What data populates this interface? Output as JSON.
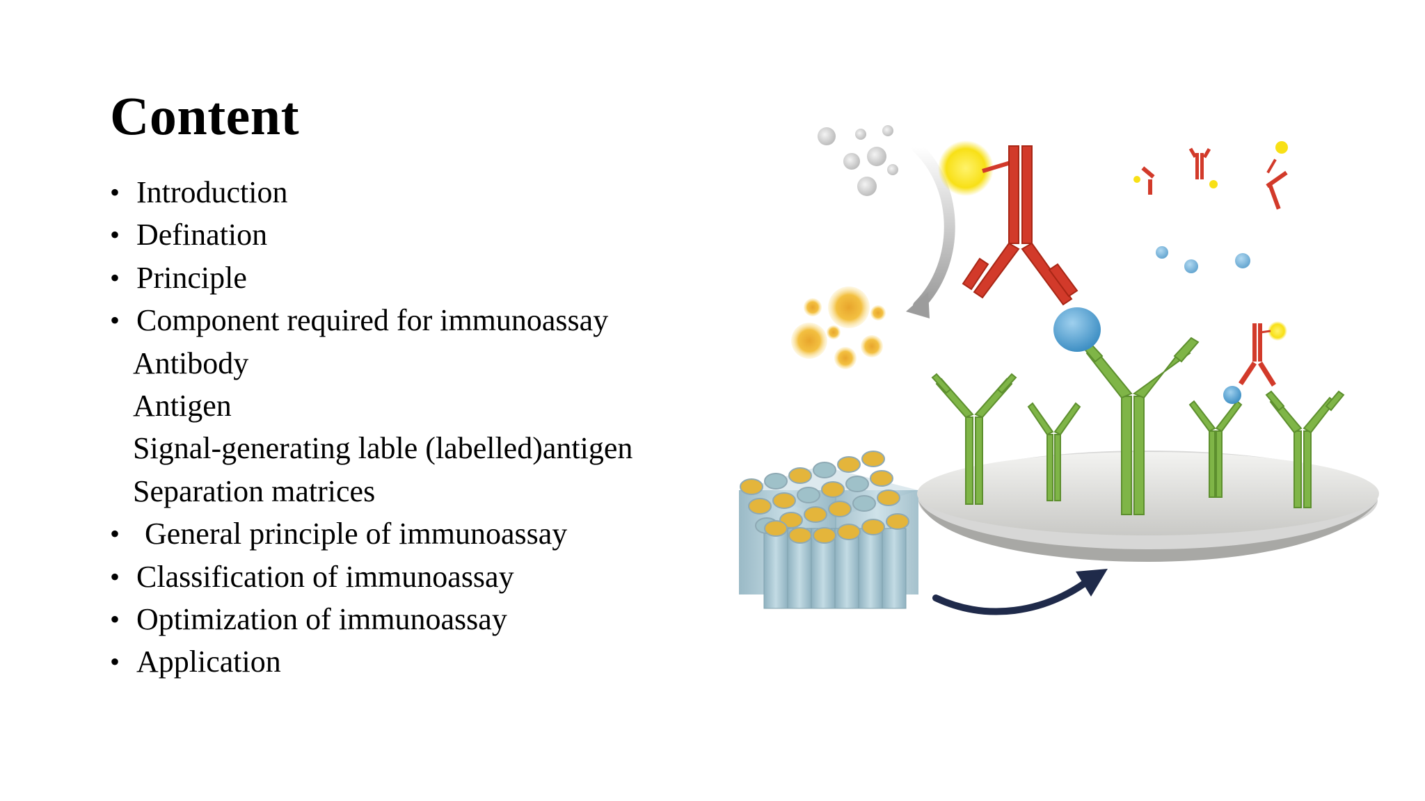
{
  "slide": {
    "title": "Content",
    "items": [
      {
        "bullet": "•",
        "text": "Introduction",
        "kind": "main"
      },
      {
        "bullet": "•",
        "text": "Defination",
        "kind": "main"
      },
      {
        "bullet": "•",
        "text": "Principle",
        "kind": "main"
      },
      {
        "bullet": "•",
        "text": "Component required for immunoassay",
        "kind": "main"
      },
      {
        "bullet": "",
        "text": "Antibody",
        "kind": "sub"
      },
      {
        "bullet": "",
        "text": "Antigen",
        "kind": "sub"
      },
      {
        "bullet": "",
        "text": "Signal-generating lable (labelled)antigen",
        "kind": "sub"
      },
      {
        "bullet": "",
        "text": "Separation matrices",
        "kind": "sub"
      },
      {
        "bullet": "•",
        "text": "General principle of immunoassay",
        "kind": "main"
      },
      {
        "bullet": "•",
        "text": "Classification of immunoassay",
        "kind": "main"
      },
      {
        "bullet": "•",
        "text": "Optimization of immunoassay",
        "kind": "main"
      },
      {
        "bullet": "•",
        "text": "Application",
        "kind": "main"
      }
    ]
  },
  "illustration": {
    "icon": "immunoassay-illustration",
    "colors": {
      "antibody_red": "#d23a2a",
      "antibody_green": "#7fb547",
      "antigen_blue": "#5aa6d6",
      "gold_particle": "#f0b429",
      "grey_particle": "#cfcfcf",
      "matrix_blue": "#a9c7d3",
      "arrow_navy": "#1f2a4a"
    }
  }
}
